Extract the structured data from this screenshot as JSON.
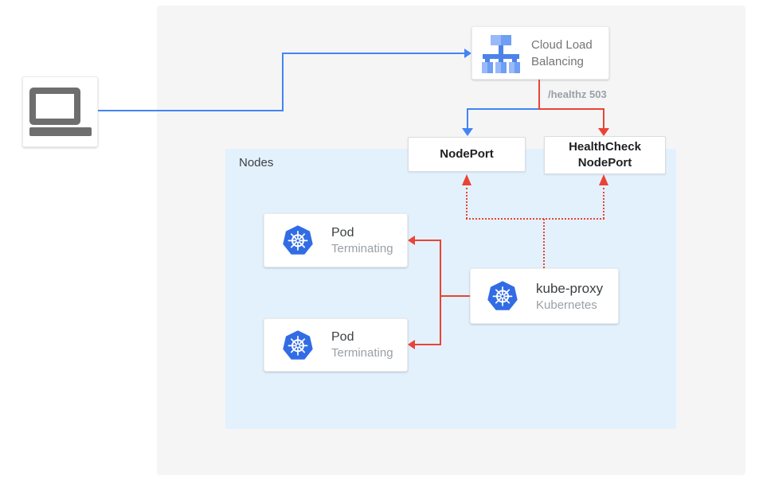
{
  "colors": {
    "accent_blue": "#4285f4",
    "accent_red": "#ea4335",
    "canvas_bg": "#f5f5f6",
    "nodes_bg": "#e3f1fd",
    "kubernetes_blue": "#326ce5",
    "icon_gray": "#6e6e6e"
  },
  "icons": {
    "client": "laptop-icon",
    "load_balancer": "cloud-load-balancing-icon",
    "workload": "kubernetes-helm-icon"
  },
  "nodes_area": {
    "label": "Nodes"
  },
  "load_balancer": {
    "title_line1": "Cloud Load",
    "title_line2": "Balancing"
  },
  "health_check_label": "/healthz 503",
  "nodeport": {
    "label": "NodePort"
  },
  "healthcheck_nodeport": {
    "label_line1": "HealthCheck",
    "label_line2": "NodePort"
  },
  "pods": [
    {
      "title": "Pod",
      "subtitle": "Terminating"
    },
    {
      "title": "Pod",
      "subtitle": "Terminating"
    }
  ],
  "kube_proxy": {
    "title": "kube-proxy",
    "subtitle": "Kubernetes"
  }
}
